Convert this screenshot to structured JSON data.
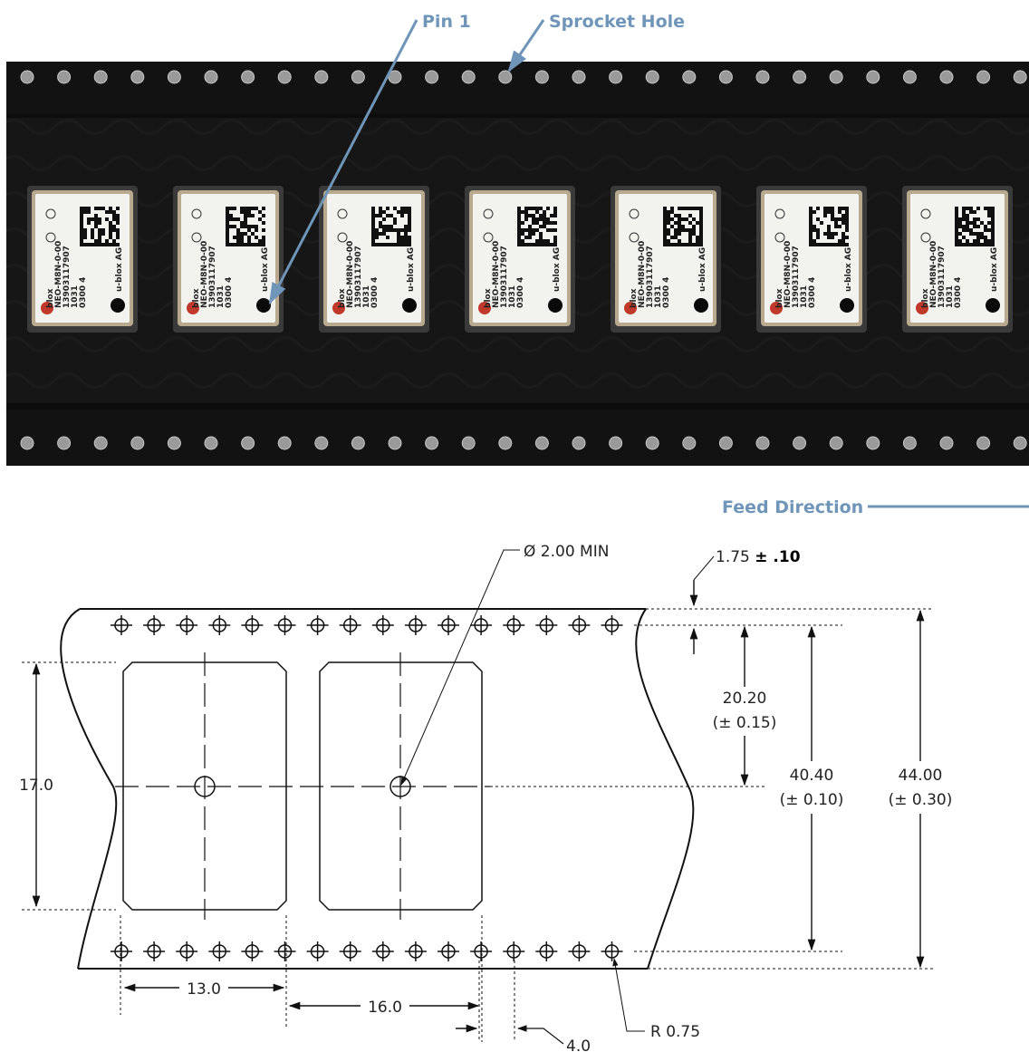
{
  "photo": {
    "callouts": {
      "pin1": "Pin 1",
      "sprocket": "Sprocket Hole",
      "feed": "Feed Direction"
    },
    "module_count": 7,
    "module_label": {
      "brand": "blox",
      "part": "NEO-M8N-0-00",
      "serial": "13903117907",
      "lot": "1031",
      "code": "0300  4",
      "maker": "u-blox AG"
    }
  },
  "drawing": {
    "hole_dia": "Ø 2.00 MIN",
    "edge_to_hole": "1.75",
    "edge_to_hole_tol": "± .10",
    "hole_to_center": "20.20",
    "hole_to_center_tol": "(± 0.15)",
    "hole_to_hole": "40.40",
    "hole_to_hole_tol": "(± 0.10)",
    "tape_width": "44.00",
    "tape_width_tol": "(± 0.30)",
    "pocket_length": "17.0",
    "pocket_width": "13.0",
    "pocket_pitch": "16.0",
    "hole_pitch": "4.0",
    "hole_radius": "R 0.75"
  }
}
